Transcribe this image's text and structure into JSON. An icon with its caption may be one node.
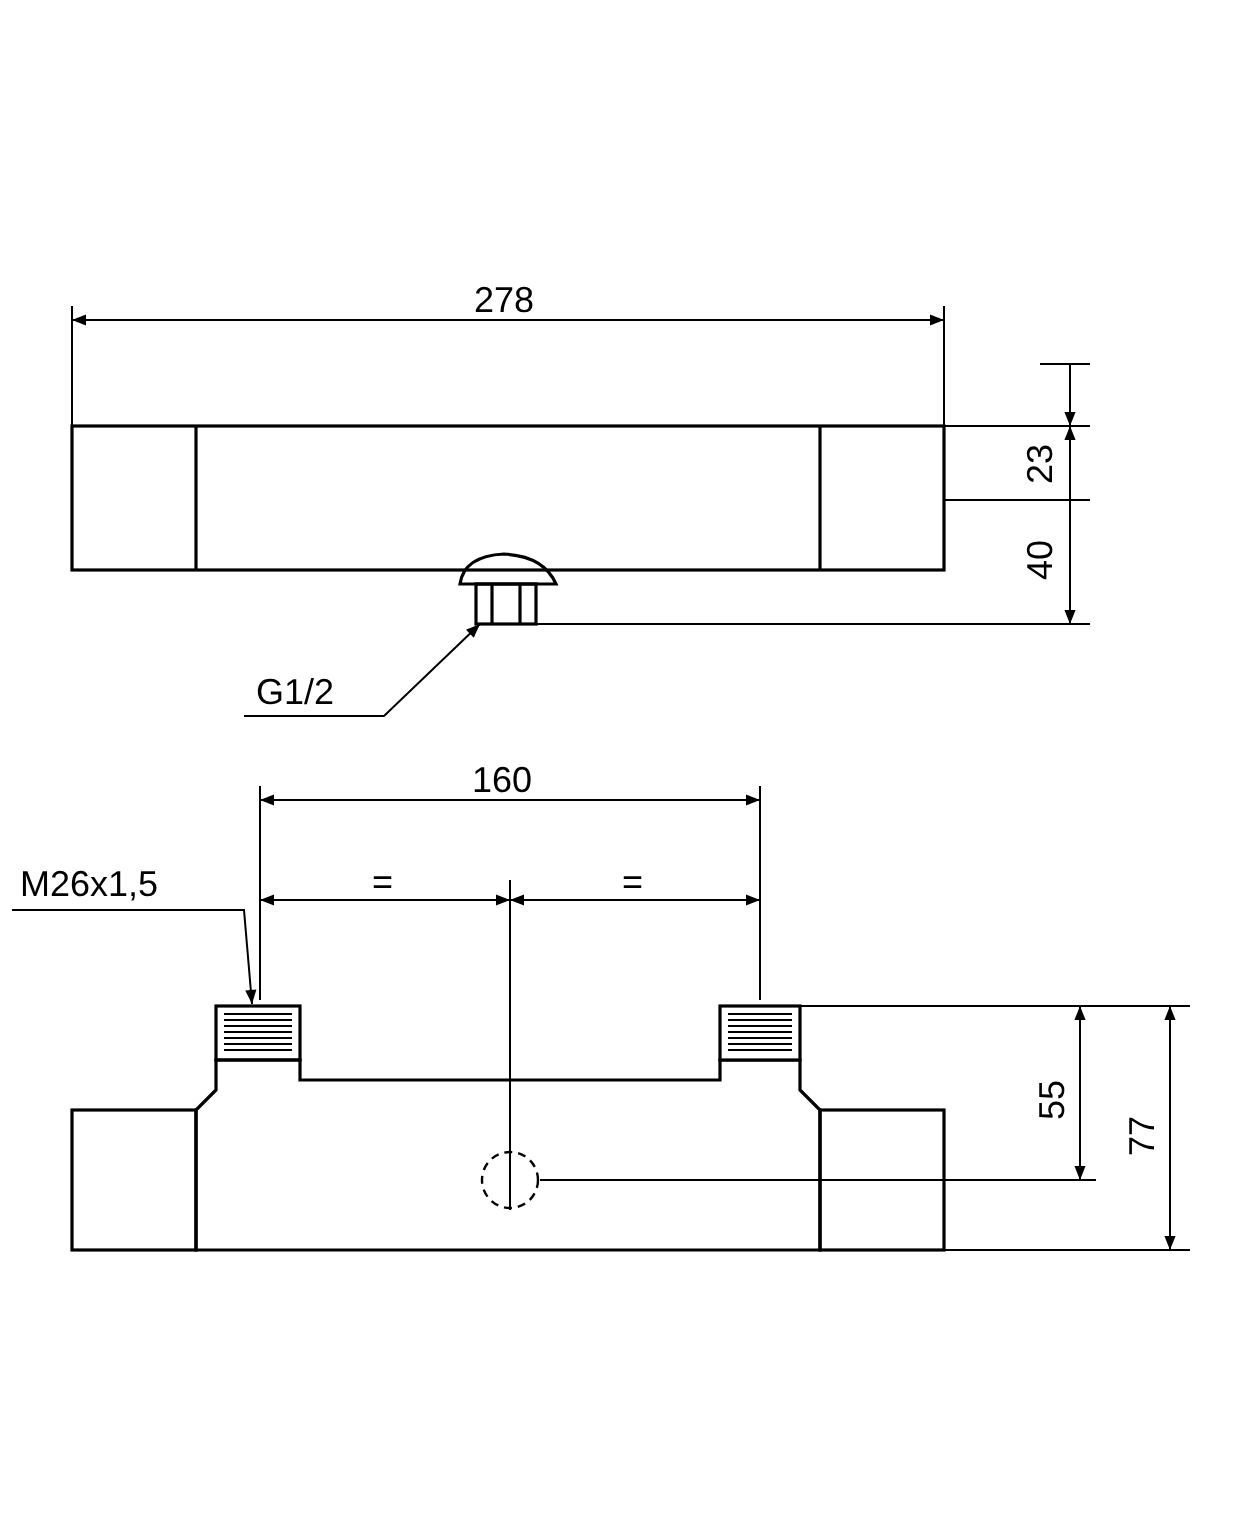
{
  "diagram": {
    "nodes": [
      {
        "text": [
          "G1/2"
        ]
      },
      {
        "text": [
          "M26x1,5"
        ]
      },
      {
        "text": [],
        "shape": "picture"
      },
      {
        "text": [],
        "shape": "box"
      }
    ],
    "edges": [
      {
        "from": 0,
        "to": 2,
        "arrow": "to"
      },
      {
        "from": 1,
        "to": 3,
        "arrow": "to"
      }
    ],
    "labels": [
      "278",
      "23",
      "40",
      "160",
      "=",
      "=",
      "55",
      "77"
    ]
  }
}
